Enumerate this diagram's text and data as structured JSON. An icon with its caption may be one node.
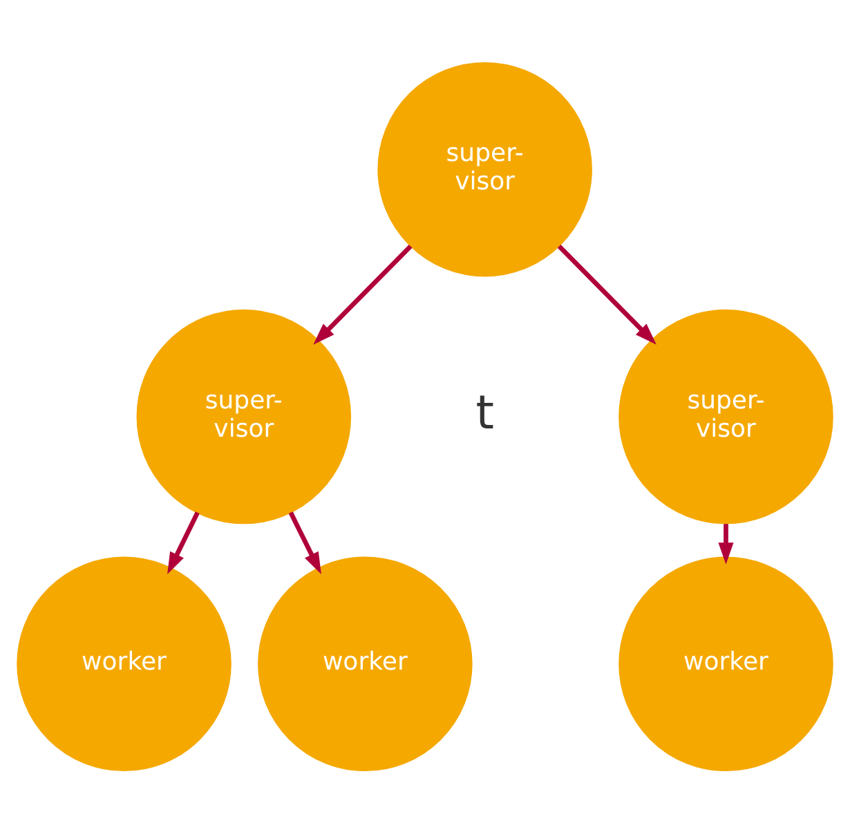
{
  "diagram": {
    "nodes": [
      {
        "text": [
          "super- visor"
        ]
      },
      {
        "text": [
          "super- visor"
        ]
      },
      {
        "text": [
          "super- visor"
        ]
      },
      {
        "text": [
          "worker"
        ]
      },
      {
        "text": [
          "worker"
        ]
      },
      {
        "text": [
          "worker"
        ]
      }
    ],
    "edges": [
      {
        "from": 0,
        "to": 1,
        "arrow": "to"
      },
      {
        "from": 0,
        "to": 2,
        "arrow": "to"
      },
      {
        "from": 1,
        "to": 3,
        "arrow": "to"
      },
      {
        "from": 1,
        "to": 4,
        "arrow": "to"
      },
      {
        "from": 2,
        "to": 5,
        "arrow": "to"
      }
    ],
    "labels": [
      "t"
    ]
  }
}
